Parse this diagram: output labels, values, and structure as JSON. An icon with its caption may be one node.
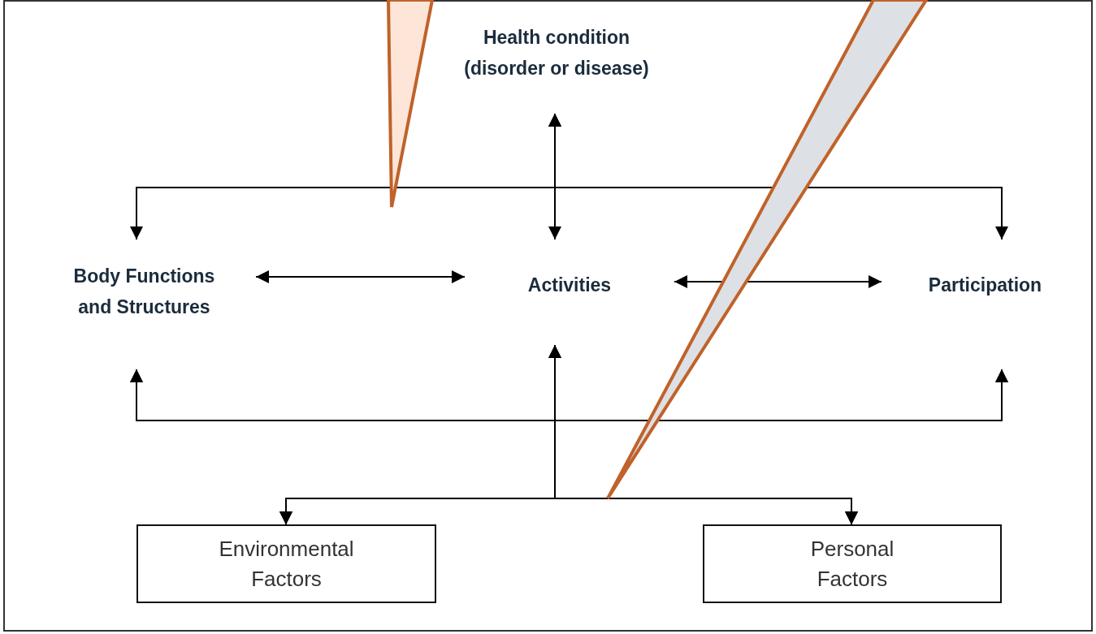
{
  "diagram": {
    "nodes": [
      {
        "text": [
          "Health condition (disorder or disease)"
        ]
      },
      {
        "text": [
          "Body Functions and Structures"
        ]
      },
      {
        "text": [
          "Activities"
        ]
      },
      {
        "text": [
          "Participation"
        ]
      },
      {
        "text": [
          "Environmental Factors"
        ]
      },
      {
        "text": [
          "Personal Factors"
        ]
      }
    ],
    "edges": [
      {
        "from": 0,
        "to": 1,
        "arrow": "both"
      },
      {
        "from": 0,
        "to": 2,
        "arrow": "both"
      },
      {
        "from": 0,
        "to": 3,
        "arrow": "both"
      },
      {
        "from": 1,
        "to": 2,
        "arrow": "both"
      },
      {
        "from": 2,
        "to": 3,
        "arrow": "both"
      },
      {
        "from": 4,
        "to": 2,
        "arrow": "both"
      },
      {
        "from": 5,
        "to": 2,
        "arrow": "both"
      },
      {
        "from": 4,
        "to": 1,
        "arrow": "both"
      },
      {
        "from": 4,
        "to": 3,
        "arrow": "both"
      },
      {
        "from": 5,
        "to": 1,
        "arrow": "both"
      },
      {
        "from": 5,
        "to": 3,
        "arrow": "both"
      }
    ]
  }
}
